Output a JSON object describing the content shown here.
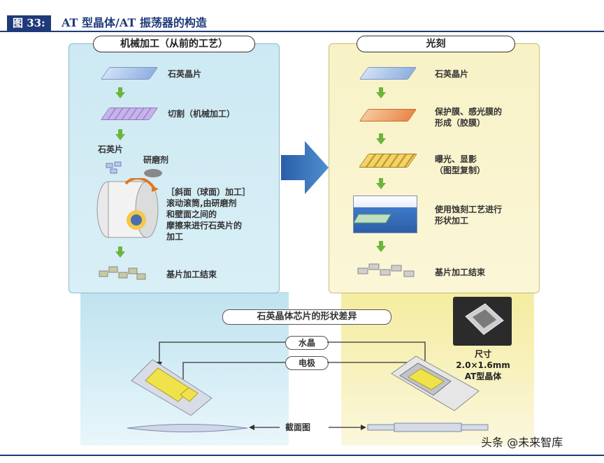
{
  "header": {
    "fig_tag": "图 33:",
    "title": "AT 型晶体/AT 振荡器的构造"
  },
  "left": {
    "title": "机械加工（从前的工艺）",
    "steps": [
      "石英晶片",
      "切割（机械加工）",
      "石英片",
      "研磨剂"
    ],
    "process_text": "［斜面（球面）加工］\n滚动滚筒,由研磨剂\n和壁面之间的\n摩擦来进行石英片的\n加工",
    "end": "基片加工结束"
  },
  "right": {
    "title": "光刻",
    "steps": [
      "石英晶片",
      "保护膜、感光膜的\n形成（胶膜）",
      "曝光、显影\n（图型复制）",
      "使用蚀刻工艺进行\n形状加工"
    ],
    "end": "基片加工结束"
  },
  "bottom": {
    "title": "石英晶体芯片的形状差异",
    "crystal": "水晶",
    "electrode": "电极",
    "section": "截面图",
    "photo_caption": "尺寸 2.0×1.6mm\nAT型晶体"
  },
  "watermark": "头条 @未来智库"
}
